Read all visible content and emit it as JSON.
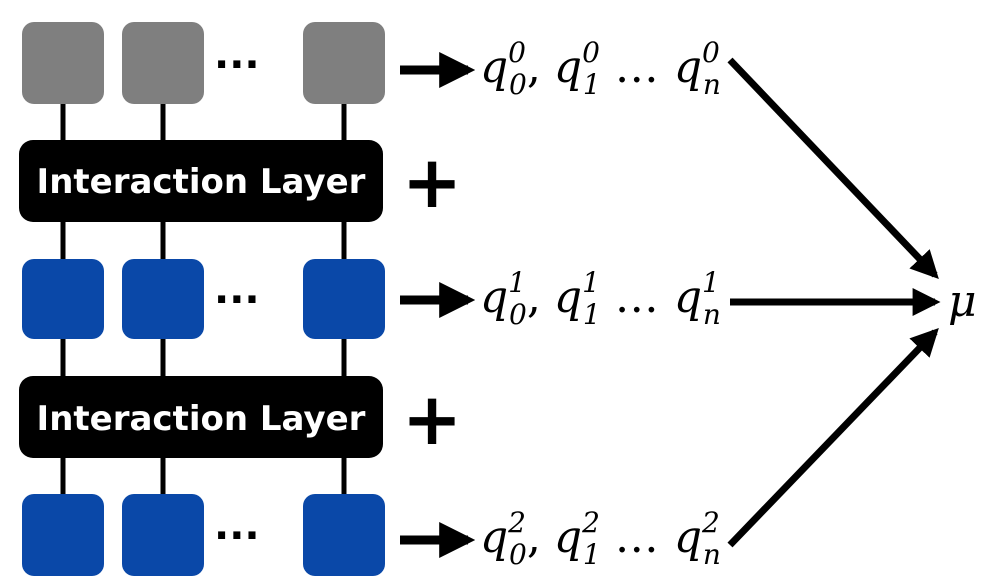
{
  "colors": {
    "row_0": "#7f7f7f",
    "row_1": "#0a48a8",
    "row_2": "#0a48a8",
    "layer_bg": "#000000",
    "arrow": "#000000"
  },
  "ellipsis": "···",
  "rows": [
    {
      "name": "row-0",
      "q_symbol": "q",
      "superscript": "0",
      "subscripts": [
        "0",
        "1",
        "n"
      ],
      "separator": ",",
      "dots": "…"
    },
    {
      "name": "row-1",
      "q_symbol": "q",
      "superscript": "1",
      "subscripts": [
        "0",
        "1",
        "n"
      ],
      "separator": ",",
      "dots": "…"
    },
    {
      "name": "row-2",
      "q_symbol": "q",
      "superscript": "2",
      "subscripts": [
        "0",
        "1",
        "n"
      ],
      "separator": ",",
      "dots": "…"
    }
  ],
  "layers": [
    {
      "label": "Interaction Layer",
      "plus": "+"
    },
    {
      "label": "Interaction Layer",
      "plus": "+"
    }
  ],
  "output": {
    "label": "μ"
  }
}
